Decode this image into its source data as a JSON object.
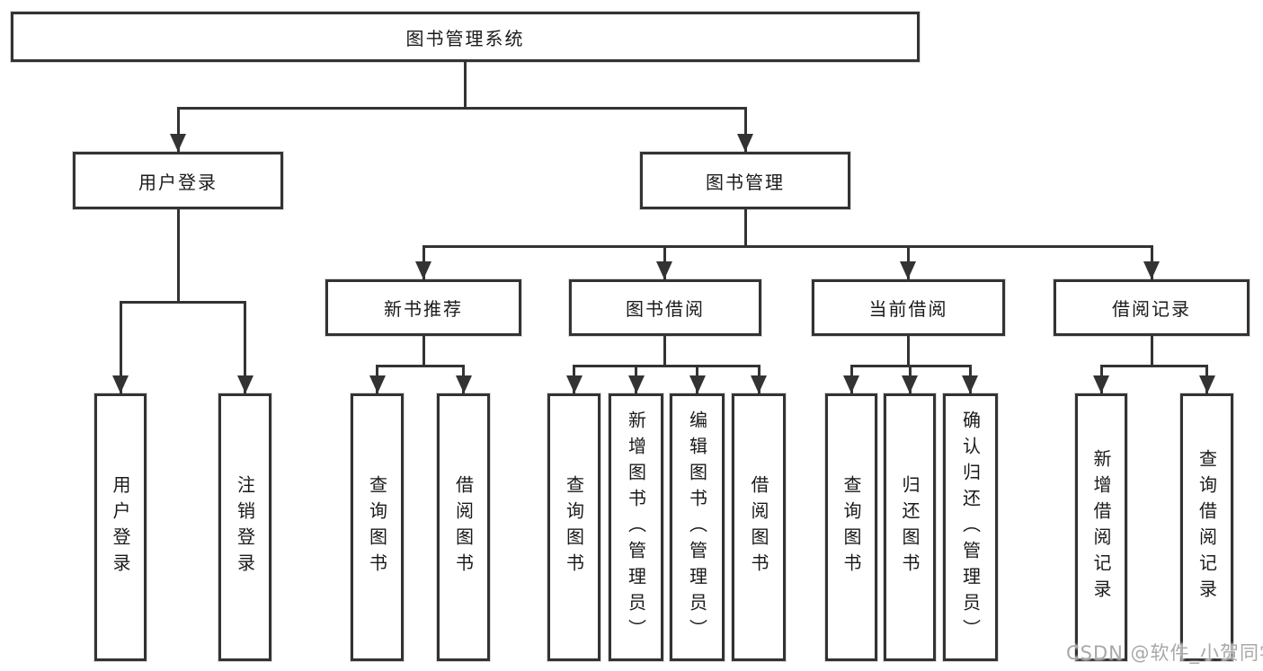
{
  "diagram": {
    "root": "图书管理系统",
    "user_login": "用户登录",
    "book_mgmt": "图书管理",
    "login_children": [
      "用户登录",
      "注销登录"
    ],
    "modules": [
      "新书推荐",
      "图书借阅",
      "当前借阅",
      "借阅记录"
    ],
    "new_book_children": [
      "查询图书",
      "借阅图书"
    ],
    "borrow_children": [
      "查询图书",
      "新增图书（管理员）",
      "编辑图书（管理员）",
      "借阅图书"
    ],
    "current_children": [
      "查询图书",
      "归还图书",
      "确认归还（管理员）"
    ],
    "record_children": [
      "新增借阅记录",
      "查询借阅记录"
    ]
  },
  "watermark": {
    "text": "CSDN @软件_小贺同学"
  },
  "colors": {
    "line": "#333333",
    "text": "#1a1a1a",
    "background": "#ffffff",
    "watermark": "#a8a8a8"
  }
}
